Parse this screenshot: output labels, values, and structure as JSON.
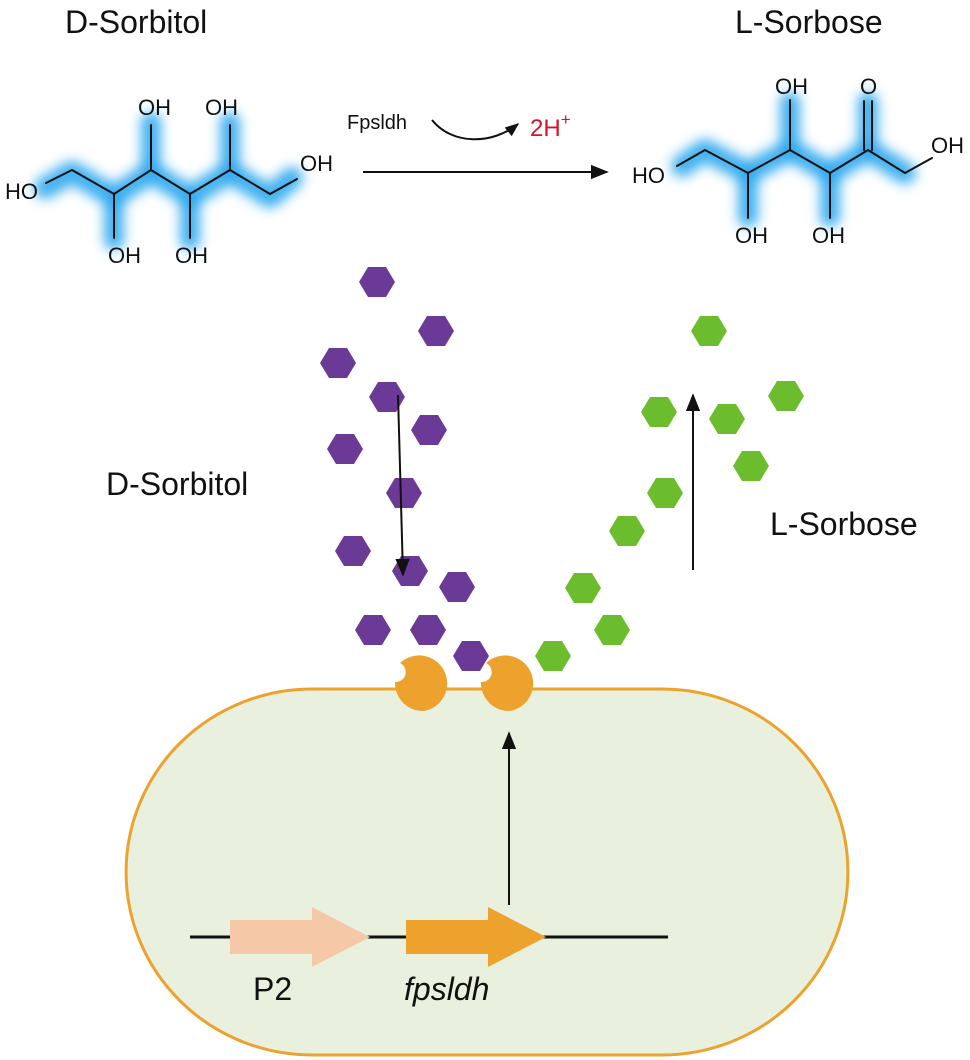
{
  "labels": {
    "top_left_title": "D-Sorbitol",
    "top_right_title": "L-Sorbose",
    "enzyme": "Fpsldh",
    "proton": "2H",
    "proton_sup": "+",
    "side_left": "D-Sorbitol",
    "side_right": "L-Sorbose",
    "promoter": "P2",
    "gene": "fpsldh"
  },
  "sorbitol_atoms": {
    "ho_left": "HO",
    "oh_top1": "OH",
    "oh_top2": "OH",
    "oh_right": "OH",
    "oh_bot1": "OH",
    "oh_bot2": "OH"
  },
  "sorbose_atoms": {
    "ho_left": "HO",
    "oh_top": "OH",
    "o_keto": "O",
    "oh_right": "OH",
    "oh_bot1": "OH",
    "oh_bot2": "OH"
  },
  "colors": {
    "sorbitol_hex": "#6a3a96",
    "sorbose_hex": "#6cbd2e",
    "transporter": "#eda22e",
    "cell_fill": "#e9f1de",
    "cell_stroke": "#eda22e",
    "promoter_arrow": "#f5c9a8",
    "gene_arrow": "#eda22e",
    "glow": "#2fa8ee",
    "proton": "#d2142d"
  }
}
